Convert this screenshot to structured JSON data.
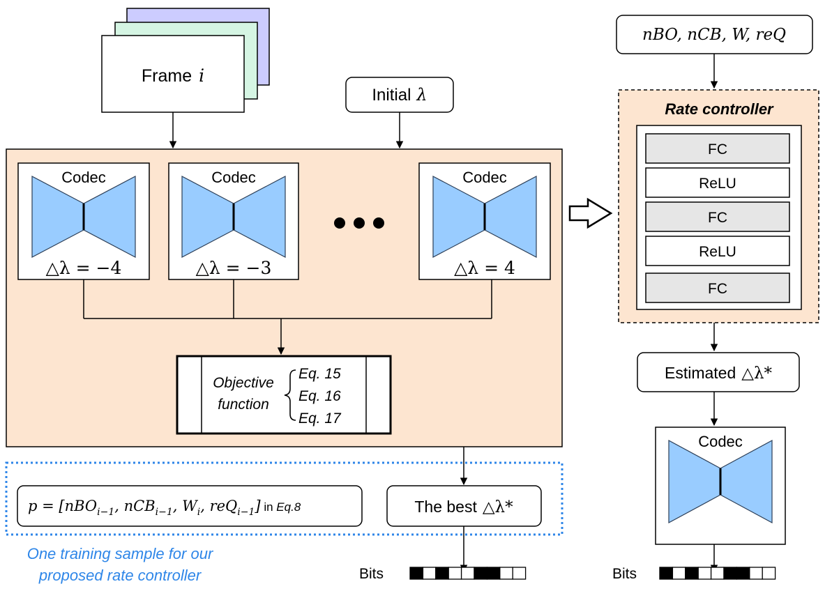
{
  "frames": {
    "label": "Frame",
    "var": "i"
  },
  "initial_lambda": {
    "label": "Initial",
    "var": "λ"
  },
  "codecs": [
    {
      "title": "Codec",
      "delta": "△λ = −4"
    },
    {
      "title": "Codec",
      "delta": "△λ = −3"
    },
    {
      "title": "Codec",
      "delta": "△λ = 4"
    }
  ],
  "objective": {
    "line1": "Objective",
    "line2": "function",
    "equations": [
      "Eq. 15",
      "Eq. 16",
      "Eq. 17"
    ]
  },
  "sample_formula": {
    "math": "p = [nBO",
    "sub1": "i−1",
    "mid1": ", nCB",
    "sub2": "i−1",
    "mid2": ", W",
    "sub3": "i",
    "mid3": ", reQ",
    "sub4": "i−1",
    "end": "]",
    "suffix_in": " in ",
    "suffix_eq": "Eq.8"
  },
  "best_delta": {
    "label": "The best",
    "math": "△λ*"
  },
  "training_caption": {
    "line1": "One training sample for our",
    "line2": "proposed rate controller"
  },
  "bits_left": {
    "label": "Bits",
    "pattern": [
      1,
      0,
      1,
      0,
      0,
      1,
      1,
      0,
      0
    ]
  },
  "inputs": {
    "math": "nBO, nCB, W, reQ"
  },
  "rate_controller": {
    "title": "Rate controller",
    "layers": [
      "FC",
      "ReLU",
      "FC",
      "ReLU",
      "FC"
    ]
  },
  "estimated_delta": {
    "label": "Estimated",
    "math": "△λ*"
  },
  "codec_right": {
    "title": "Codec"
  },
  "bits_right": {
    "label": "Bits",
    "pattern": [
      1,
      0,
      1,
      0,
      0,
      1,
      1,
      0,
      0
    ]
  },
  "colors": {
    "peach": "#FDE5D0",
    "codec_blue": "#99CCFF",
    "layer_gray": "#E6E6E6",
    "frame_green": "#D5F5E3",
    "frame_purple": "#CCCCFF",
    "caption_blue": "#2E86E8"
  }
}
